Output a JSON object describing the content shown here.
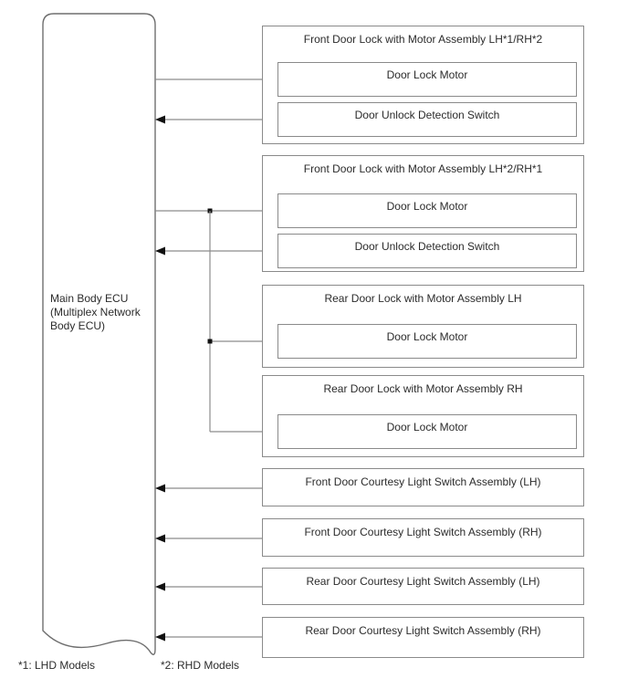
{
  "colors": {
    "background": "#ffffff",
    "box_border": "#8a8a8a",
    "connector_line": "#8c8c8c",
    "ecu_outline": "#6e6e6e",
    "arrowhead": "#111111",
    "text": "#2b2b2b"
  },
  "ecu": {
    "lines": [
      "Main Body ECU",
      "(Multiplex Network",
      "Body ECU)"
    ]
  },
  "modules": [
    {
      "title": "Front Door Lock with Motor Assembly LH*1/RH*2",
      "components": [
        "Door Lock Motor",
        "Door Unlock Detection Switch"
      ]
    },
    {
      "title": "Front Door Lock with Motor Assembly LH*2/RH*1",
      "components": [
        "Door Lock Motor",
        "Door Unlock Detection Switch"
      ]
    },
    {
      "title": "Rear Door Lock with Motor Assembly LH",
      "components": [
        "Door Lock Motor"
      ]
    },
    {
      "title": "Rear Door Lock with Motor Assembly RH",
      "components": [
        "Door Lock Motor"
      ]
    },
    {
      "title": "Front Door Courtesy Light Switch Assembly (LH)",
      "components": []
    },
    {
      "title": "Front Door Courtesy Light Switch Assembly (RH)",
      "components": []
    },
    {
      "title": "Rear Door Courtesy Light Switch Assembly (LH)",
      "components": []
    },
    {
      "title": "Rear Door Courtesy Light Switch Assembly (RH)",
      "components": []
    }
  ],
  "footnotes": [
    "*1: LHD Models",
    "*2: RHD Models"
  ],
  "connections": [
    {
      "from": "Main Body ECU",
      "to": "Front Door Lock with Motor Assembly LH*1/RH*2 / Door Lock Motor",
      "arrow": "to-component"
    },
    {
      "from": "Front Door Lock with Motor Assembly LH*1/RH*2 / Door Unlock Detection Switch",
      "to": "Main Body ECU",
      "arrow": "to-ecu"
    },
    {
      "from": "Main Body ECU",
      "to": "Front Door Lock with Motor Assembly LH*2/RH*1 / Door Lock Motor",
      "arrow": "to-component"
    },
    {
      "from": "Front Door Lock with Motor Assembly LH*2/RH*1 / Door Unlock Detection Switch",
      "to": "Main Body ECU",
      "arrow": "to-ecu"
    },
    {
      "from": "Main Body ECU",
      "to": "Rear Door Lock with Motor Assembly LH / Door Lock Motor",
      "arrow": "to-component"
    },
    {
      "from": "Main Body ECU",
      "to": "Rear Door Lock with Motor Assembly RH / Door Lock Motor",
      "arrow": "to-component"
    },
    {
      "from": "Front Door Courtesy Light Switch Assembly (LH)",
      "to": "Main Body ECU",
      "arrow": "to-ecu"
    },
    {
      "from": "Front Door Courtesy Light Switch Assembly (RH)",
      "to": "Main Body ECU",
      "arrow": "to-ecu"
    },
    {
      "from": "Rear Door Courtesy Light Switch Assembly (LH)",
      "to": "Main Body ECU",
      "arrow": "to-ecu"
    },
    {
      "from": "Rear Door Courtesy Light Switch Assembly (RH)",
      "to": "Main Body ECU",
      "arrow": "to-ecu"
    }
  ]
}
